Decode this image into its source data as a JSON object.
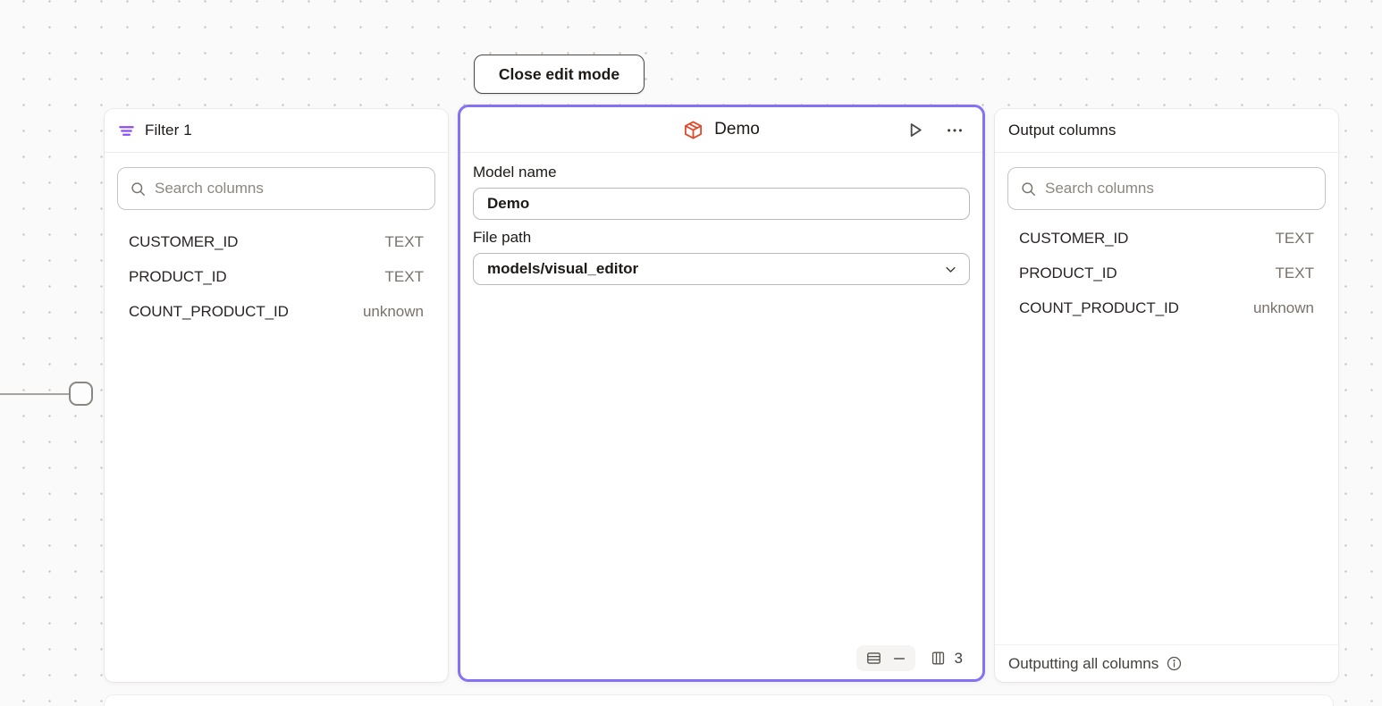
{
  "toolbar": {
    "close_edit_mode_label": "Close edit mode"
  },
  "filter_panel": {
    "title": "Filter 1",
    "search_placeholder": "Search columns",
    "columns": [
      {
        "name": "CUSTOMER_ID",
        "type": "TEXT"
      },
      {
        "name": "PRODUCT_ID",
        "type": "TEXT"
      },
      {
        "name": "COUNT_PRODUCT_ID",
        "type": "unknown"
      }
    ]
  },
  "model_panel": {
    "title": "Demo",
    "model_name_label": "Model name",
    "model_name_value": "Demo",
    "file_path_label": "File path",
    "file_path_value": "models/visual_editor",
    "column_count": "3"
  },
  "output_panel": {
    "title": "Output columns",
    "search_placeholder": "Search columns",
    "columns": [
      {
        "name": "CUSTOMER_ID",
        "type": "TEXT"
      },
      {
        "name": "PRODUCT_ID",
        "type": "TEXT"
      },
      {
        "name": "COUNT_PRODUCT_ID",
        "type": "unknown"
      }
    ],
    "footer_text": "Outputting all columns"
  },
  "icons": {
    "filter": "filter-lines",
    "search": "magnifier",
    "cube": "package-box",
    "play": "run-triangle",
    "ellipsis": "more-dots",
    "rows": "row-count",
    "minus": "dash",
    "columns": "column-count",
    "chevron_down": "caret",
    "info": "info-circle"
  },
  "colors": {
    "selected_border": "#8472f4",
    "filter_icon": "#8b4df6",
    "cube_icon": "#e04a2d",
    "canvas_bg": "#fbfafa",
    "text_primary": "#1c1917",
    "text_secondary": "#79716b"
  }
}
